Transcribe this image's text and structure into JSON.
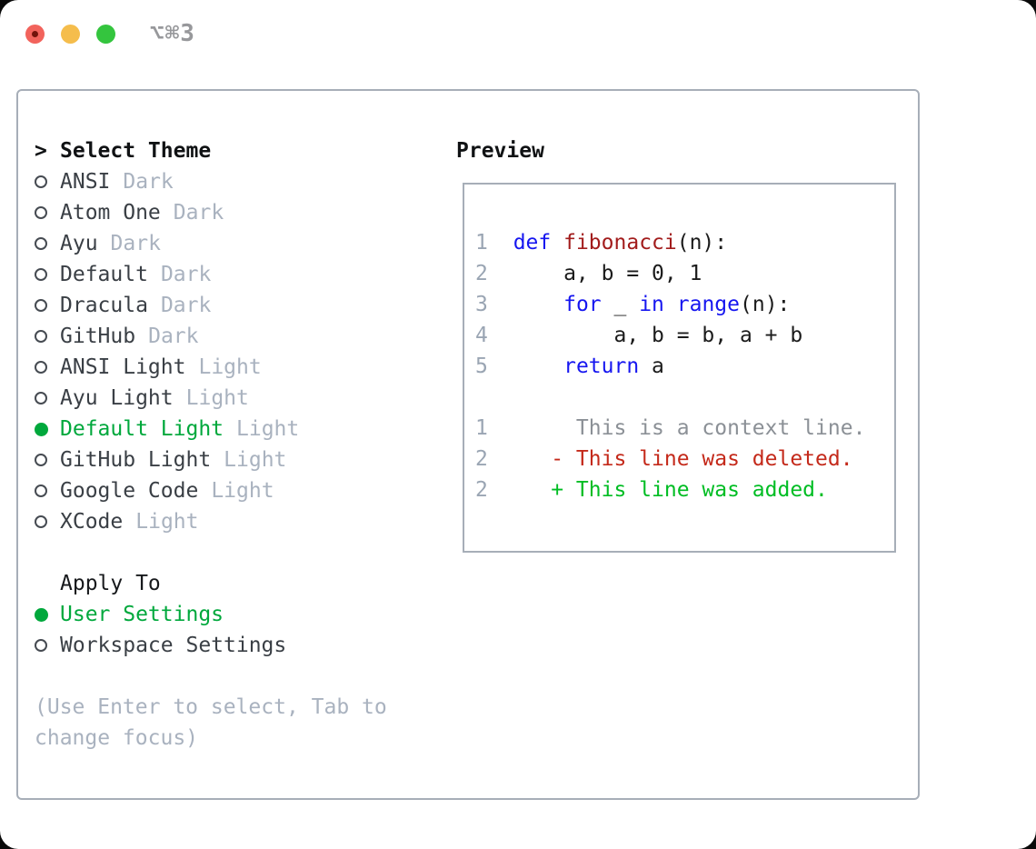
{
  "titlebar": {
    "shortcut": "⌥⌘3"
  },
  "theme_picker": {
    "cursor": ">",
    "header": "Select Theme",
    "themes": [
      {
        "name": "ANSI",
        "tag": "Dark",
        "selected": false
      },
      {
        "name": "Atom One",
        "tag": "Dark",
        "selected": false
      },
      {
        "name": "Ayu",
        "tag": "Dark",
        "selected": false
      },
      {
        "name": "Default",
        "tag": "Dark",
        "selected": false
      },
      {
        "name": "Dracula",
        "tag": "Dark",
        "selected": false
      },
      {
        "name": "GitHub",
        "tag": "Dark",
        "selected": false
      },
      {
        "name": "ANSI Light",
        "tag": "Light",
        "selected": false
      },
      {
        "name": "Ayu Light",
        "tag": "Light",
        "selected": false
      },
      {
        "name": "Default Light",
        "tag": "Light",
        "selected": true
      },
      {
        "name": "GitHub Light",
        "tag": "Light",
        "selected": false
      },
      {
        "name": "Google Code",
        "tag": "Light",
        "selected": false
      },
      {
        "name": "XCode",
        "tag": "Light",
        "selected": false
      }
    ],
    "apply_to": {
      "header": "Apply To",
      "options": [
        {
          "label": "User Settings",
          "selected": true
        },
        {
          "label": "Workspace Settings",
          "selected": false
        }
      ]
    },
    "help_lines": [
      "(Use Enter to select, Tab to",
      "change focus)"
    ]
  },
  "preview": {
    "header": "Preview",
    "colors": {
      "keyword": "#1616f0",
      "function": "#a21c1c",
      "plain": "#1b1b1b",
      "context": "#8b9096",
      "deleted": "#c4291a",
      "added": "#00bd23",
      "line_number": "#9aa5b3"
    },
    "code_lines": [
      {
        "num": "1",
        "tokens": [
          {
            "text": "  ",
            "color": "plain"
          },
          {
            "text": "def",
            "color": "keyword"
          },
          {
            "text": " ",
            "color": "plain"
          },
          {
            "text": "fibonacci",
            "color": "function"
          },
          {
            "text": "(n):",
            "color": "plain"
          }
        ]
      },
      {
        "num": "2",
        "tokens": [
          {
            "text": "      a, b = 0, 1",
            "color": "plain"
          }
        ]
      },
      {
        "num": "3",
        "tokens": [
          {
            "text": "      ",
            "color": "plain"
          },
          {
            "text": "for",
            "color": "keyword"
          },
          {
            "text": " _ ",
            "color": "plain"
          },
          {
            "text": "in",
            "color": "keyword"
          },
          {
            "text": " ",
            "color": "plain"
          },
          {
            "text": "range",
            "color": "keyword"
          },
          {
            "text": "(n):",
            "color": "plain"
          }
        ]
      },
      {
        "num": "4",
        "tokens": [
          {
            "text": "          a, b = b, a + b",
            "color": "plain"
          }
        ]
      },
      {
        "num": "5",
        "tokens": [
          {
            "text": "      ",
            "color": "plain"
          },
          {
            "text": "return",
            "color": "keyword"
          },
          {
            "text": " a",
            "color": "plain"
          }
        ]
      },
      {
        "num": "",
        "tokens": []
      },
      {
        "num": "1",
        "tokens": [
          {
            "text": "       This is a context line.",
            "color": "context"
          }
        ]
      },
      {
        "num": "2",
        "tokens": [
          {
            "text": "     - This line was deleted.",
            "color": "deleted"
          }
        ]
      },
      {
        "num": "2",
        "tokens": [
          {
            "text": "     + This line was added.",
            "color": "added"
          }
        ]
      }
    ]
  },
  "accent_colors": {
    "selection_green": "#00a83c",
    "border_gray": "#a7aeb8",
    "muted_gray": "#a9b2bf",
    "traffic_red": "#f2635c",
    "traffic_yellow": "#f5bd4c",
    "traffic_green": "#34c53e"
  }
}
